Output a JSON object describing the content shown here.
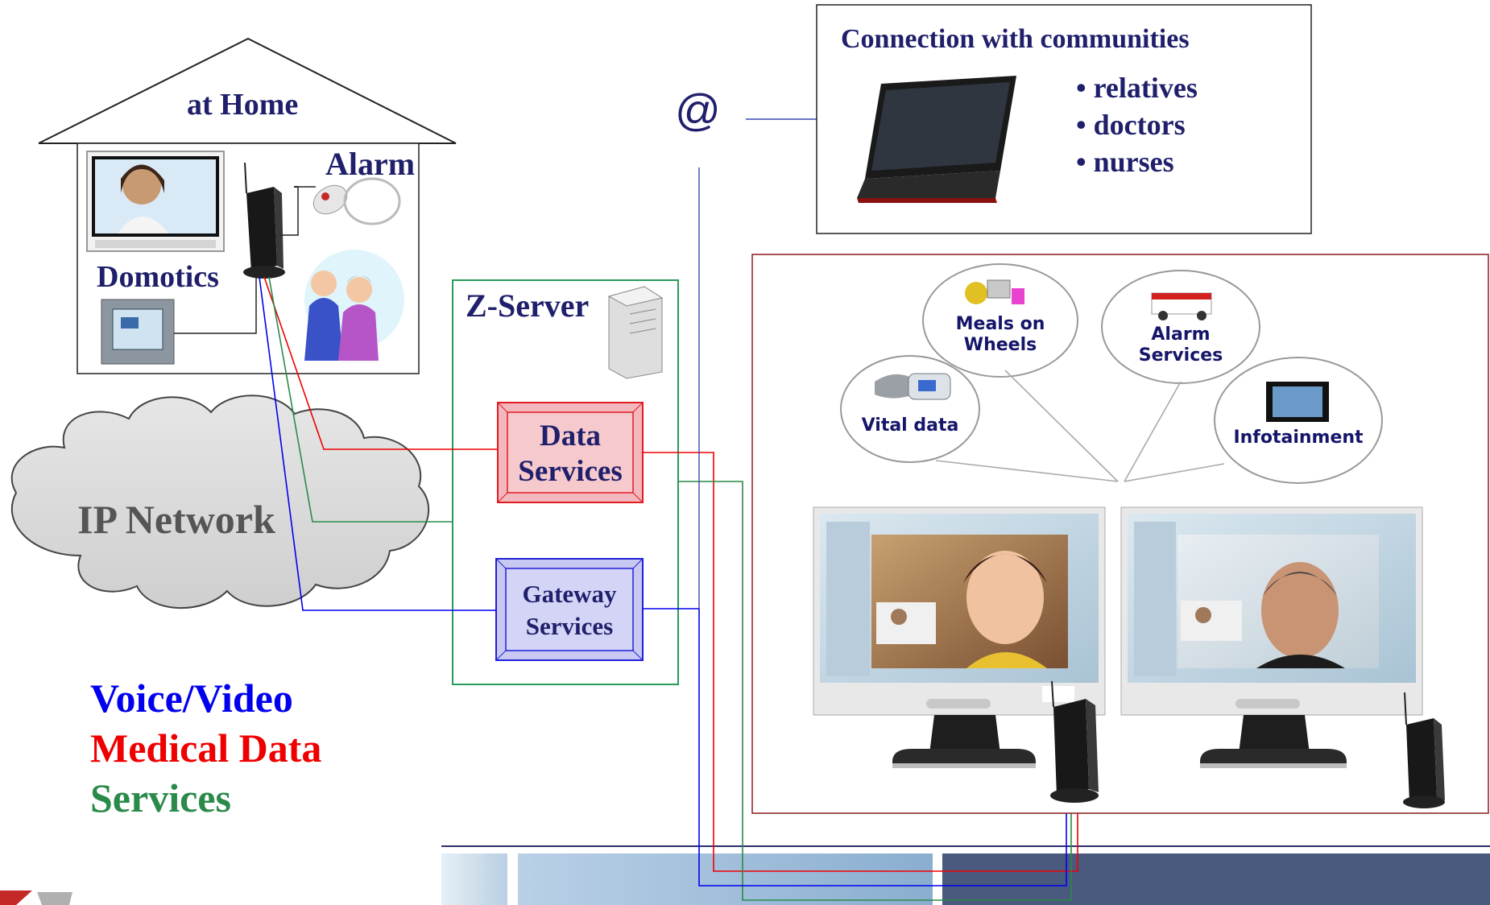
{
  "home": {
    "title": "at Home",
    "alarm_label": "Alarm",
    "domotics_label": "Domotics"
  },
  "network": {
    "label": "IP Network"
  },
  "server": {
    "title": "Z-Server",
    "data_services": [
      "Data",
      "Services"
    ],
    "gateway_services": [
      "Gateway",
      "Services"
    ]
  },
  "at_symbol": "@",
  "communities": {
    "title": "Connection with communities",
    "items": [
      "• relatives",
      "• doctors",
      "• nurses"
    ]
  },
  "services": {
    "meals": [
      "Meals on",
      "Wheels"
    ],
    "alarm": [
      "Alarm",
      "Services"
    ],
    "vital": "Vital data",
    "infotainment": "Infotainment"
  },
  "legend": {
    "voice_video": "Voice/Video",
    "medical_data": "Medical Data",
    "services": "Services"
  },
  "colors": {
    "navy": "#1f1f6b",
    "voice_video": "#0000ee",
    "medical_data": "#ee0000",
    "services": "#2a8a4a",
    "server_box": "#2a9a5a",
    "care_box": "#8b1a1a"
  }
}
